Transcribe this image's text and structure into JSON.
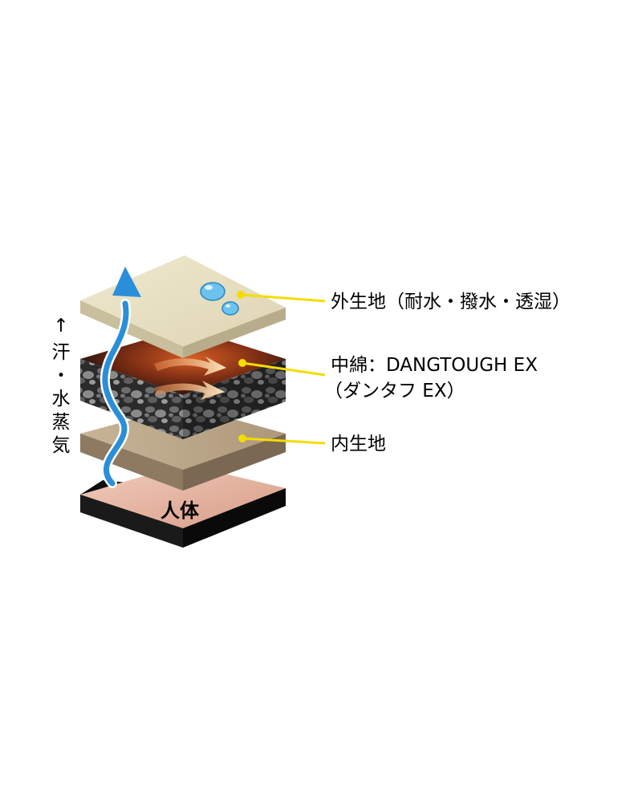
{
  "labels": {
    "outer_fabric": "外生地（耐水・撥水・透湿）",
    "middle_fill_line1": "中綿：DANGTOUGH EX",
    "middle_fill_line2": "（ダンタフ EX）",
    "inner_fabric": "内生地",
    "body": "人体",
    "side_arrow": "↑",
    "side_label": [
      "汗",
      "・",
      "水",
      "蒸",
      "気"
    ]
  },
  "colors": {
    "outer_fabric": "#e8e1c3",
    "middle_dark": "#1b1311",
    "middle_glow": "#b34d1f",
    "inner_fabric": "#bca88d",
    "body_top": "#eab8a6",
    "body_side": "#111111",
    "leader_line": "#f4dc00",
    "arrow_blue": "#2a8fd8",
    "droplet": "#6cc3ee"
  }
}
